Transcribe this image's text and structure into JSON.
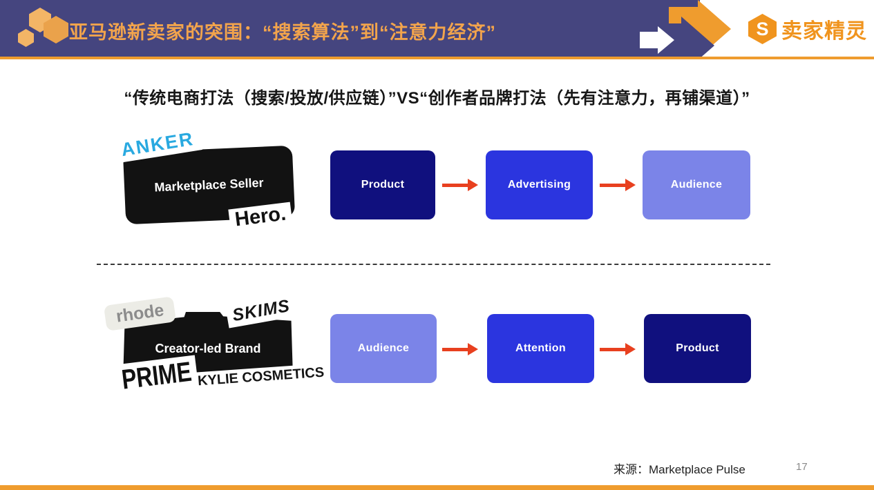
{
  "palette": {
    "header_bg": "#45457f",
    "accent_orange": "#ef9c2e",
    "brand_orange": "#f0941e",
    "header_title_orange": "#f2a44c",
    "arrow_red": "#e8401f",
    "hex_light": "#f3b566",
    "hex_dark": "#eaa24b",
    "anker_blue": "#29a9e0",
    "rhode_gray": "#8c8c8c"
  },
  "header": {
    "title": "亚马逊新卖家的突围：“搜索算法”到“注意力经济”",
    "brand": {
      "monogram": "S",
      "name": "卖家精灵"
    }
  },
  "slide": {
    "headline": "“传统电商打法（搜索/投放/供应链）”VS“创作者品牌打法（先有注意力，再铺渠道）”",
    "traditional_row": {
      "sticker_anker": "ANKER",
      "card_label": "Marketplace Seller",
      "sticker_hero": "Hero.",
      "flow": [
        {
          "label": "Product",
          "color": "#10107e"
        },
        {
          "label": "Advertising",
          "color": "#2b35df"
        },
        {
          "label": "Audience",
          "color": "#7b84e8"
        }
      ]
    },
    "creator_row": {
      "sticker_rhode": "rhode",
      "sticker_skims": "SKIMS",
      "card_label": "Creator-led Brand",
      "sticker_prime": "PRIME",
      "sticker_kylie": "KYLIE COSMETICS",
      "flow": [
        {
          "label": "Audience",
          "color": "#7b84e8"
        },
        {
          "label": "Attention",
          "color": "#2b35df"
        },
        {
          "label": "Product",
          "color": "#10107e"
        }
      ]
    }
  },
  "footer": {
    "source": "来源：Marketplace Pulse",
    "page_number": "17"
  }
}
